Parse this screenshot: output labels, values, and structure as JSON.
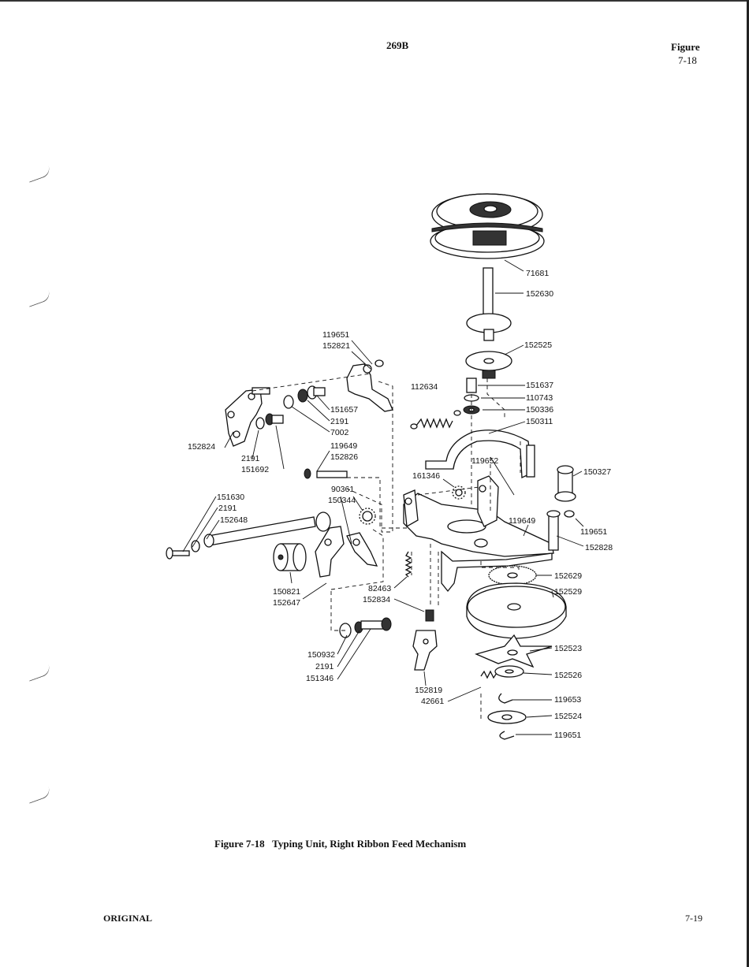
{
  "header": {
    "doc_code": "269B",
    "figure_word": "Figure",
    "figure_number": "7-18"
  },
  "caption": "Figure 7-18   Typing Unit, Right Ribbon Feed Mechanism",
  "footer": {
    "left": "ORIGINAL",
    "right": "7-19"
  },
  "labels": {
    "l71681": "71681",
    "l152630": "152630",
    "l152525": "152525",
    "l151637": "151637",
    "l110743": "110743",
    "l150336": "150336",
    "l150311": "150311",
    "l112634": "112634",
    "l119651_a": "119651",
    "l152821": "152821",
    "l151657": "151657",
    "l2191_a": "2191",
    "l7002": "7002",
    "l119649_a": "119649",
    "l152826": "152826",
    "l152824": "152824",
    "l2191_b": "2191",
    "l151692": "151692",
    "l119652": "119652",
    "l161346": "161346",
    "l150327": "150327",
    "l90361": "90361",
    "l150344": "150344",
    "l151630": "151630",
    "l2191_c": "2191",
    "l152648": "152648",
    "l119649_b": "119649",
    "l119651_b": "119651",
    "l152828": "152828",
    "l152629": "152629",
    "l152529": "152529",
    "l150821": "150821",
    "l152647": "152647",
    "l82463": "82463",
    "l152834": "152834",
    "l152523": "152523",
    "l152526": "152526",
    "l150932": "150932",
    "l2191_d": "2191",
    "l151346": "151346",
    "l152819": "152819",
    "l42661": "42661",
    "l119653": "119653",
    "l152524": "152524",
    "l119651_c": "119651"
  }
}
